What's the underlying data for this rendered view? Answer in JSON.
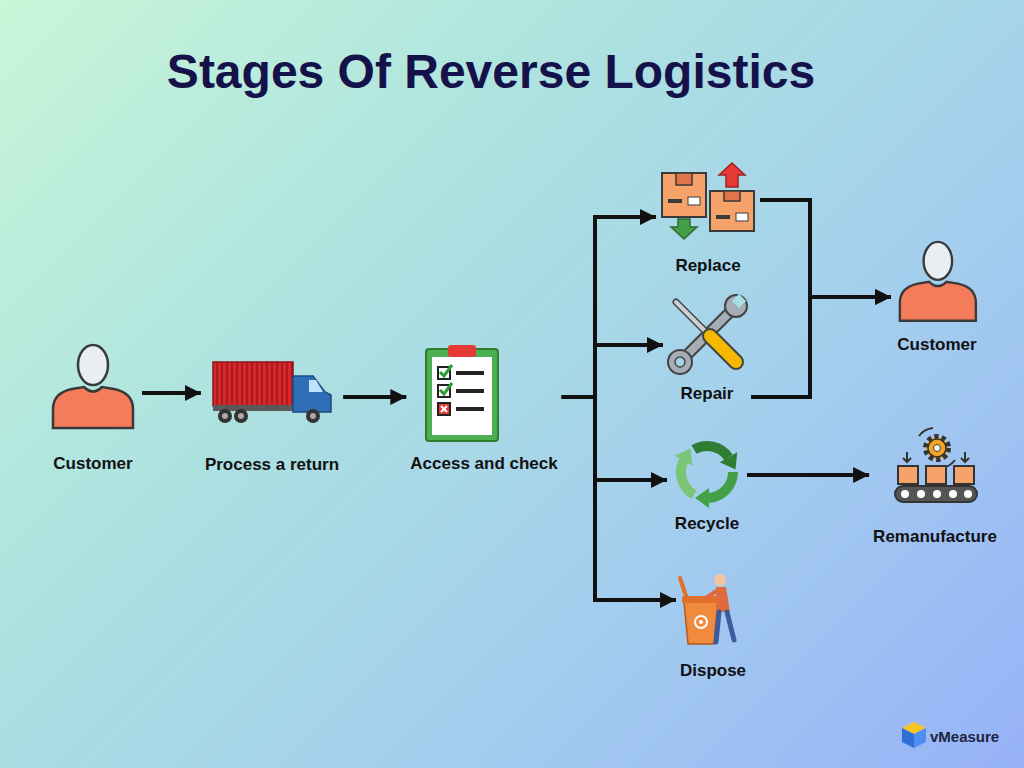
{
  "diagram": {
    "title": "Stages Of Reverse Logistics",
    "nodes": [
      {
        "text": [
          "Customer"
        ]
      },
      {
        "text": [
          "Process a return"
        ]
      },
      {
        "text": [
          "Access and check"
        ]
      },
      {
        "text": [
          "Replace"
        ]
      },
      {
        "text": [
          "Repair"
        ]
      },
      {
        "text": [
          "Recycle"
        ]
      },
      {
        "text": [
          "Dispose"
        ]
      },
      {
        "text": [
          "Customer"
        ]
      },
      {
        "text": [
          "Remanufacture"
        ]
      }
    ],
    "edges": [
      {
        "from": 0,
        "to": 1,
        "arrow": "to"
      },
      {
        "from": 1,
        "to": 2,
        "arrow": "to"
      },
      {
        "from": 2,
        "to": 3,
        "arrow": "to"
      },
      {
        "from": 2,
        "to": 4,
        "arrow": "to"
      },
      {
        "from": 2,
        "to": 5,
        "arrow": "to"
      },
      {
        "from": 2,
        "to": 6,
        "arrow": "to"
      },
      {
        "from": 3,
        "to": 7,
        "arrow": "to"
      },
      {
        "from": 4,
        "to": 7,
        "arrow": "to"
      },
      {
        "from": 5,
        "to": 8,
        "arrow": "to"
      }
    ],
    "labels": [
      "vMeasure"
    ]
  }
}
